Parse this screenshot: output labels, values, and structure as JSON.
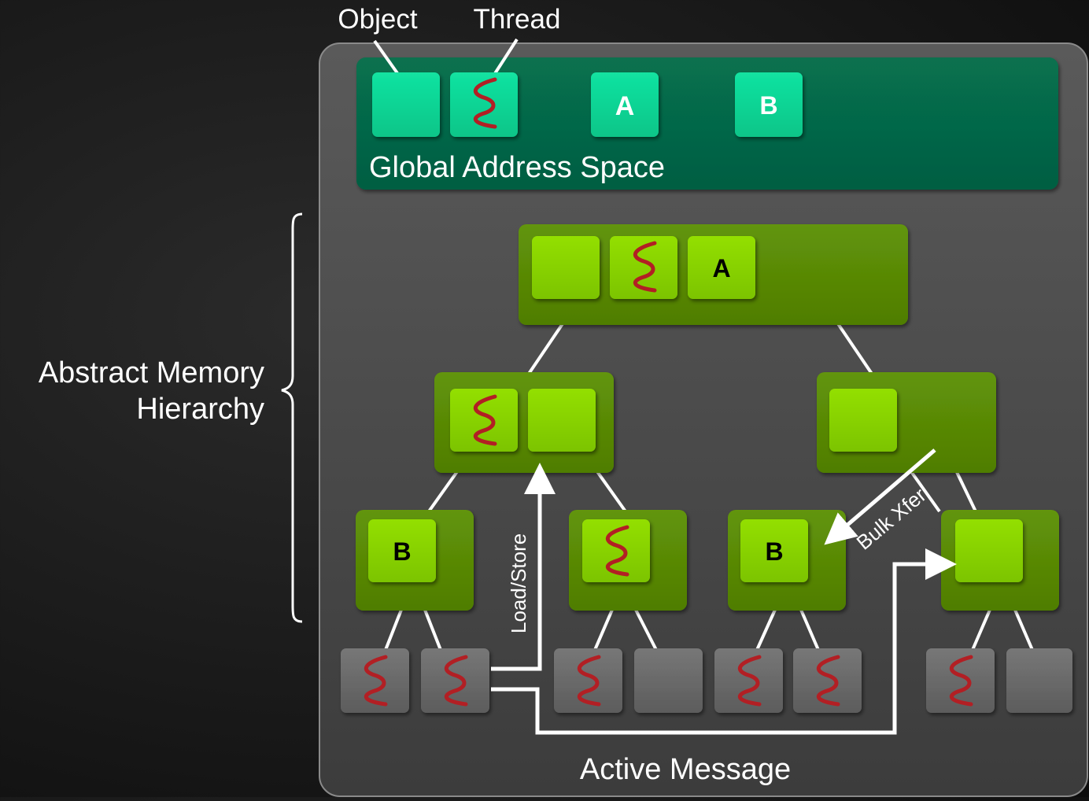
{
  "labels": {
    "object": "Object",
    "thread": "Thread",
    "global_address_space": "Global Address Space",
    "abstract_memory_line1": "Abstract Memory",
    "abstract_memory_line2": "Hierarchy",
    "load_store": "Load/Store",
    "bulk_xfer": "Bulk Xfer",
    "active_message": "Active Message"
  },
  "global_objects": {
    "a": "A",
    "b": "B"
  },
  "hierarchy": {
    "top_object": "A",
    "left_leaf_object": "B",
    "mid_leaf_object": "B"
  },
  "colors": {
    "global_space": "#076b4c",
    "global_object": "#0dd595",
    "node": "#5a8b05",
    "node_object": "#88d500",
    "leaf_processor": "#6b6b6b",
    "thread": "#b21f24",
    "text": "#ffffff"
  },
  "icons": [
    "thread-icon",
    "brace-icon",
    "arrow-icon"
  ]
}
